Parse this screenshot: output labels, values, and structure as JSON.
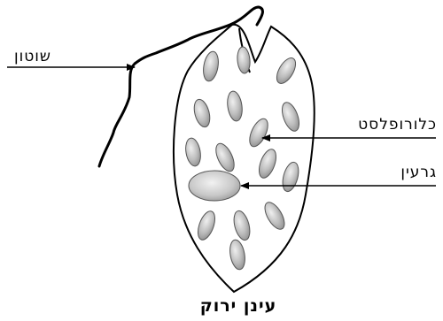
{
  "labels": {
    "flagellum": "שוטון",
    "chloroplast": "כלורופלסט",
    "nucleus": "גרעין"
  },
  "title": "עינן ירוק",
  "colors": {
    "outline": "#000000",
    "chloroplast_fill": "#b8b8b8",
    "nucleus_fill": "#c4c4c4",
    "background": "#ffffff"
  }
}
